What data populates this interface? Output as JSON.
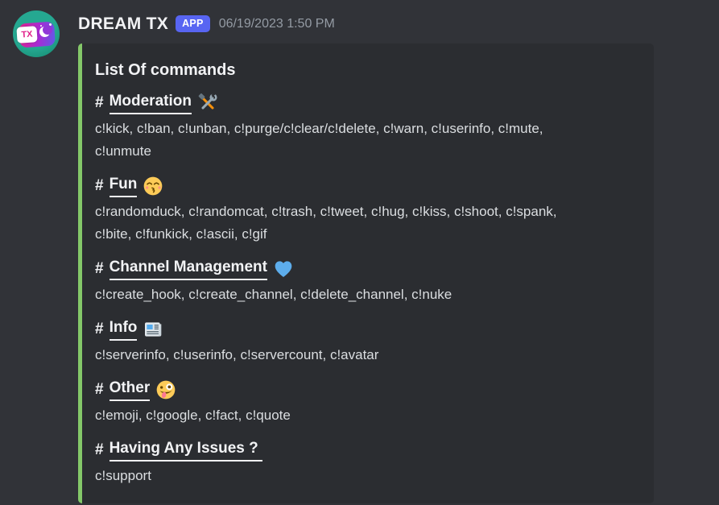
{
  "message": {
    "author": "DREAM TX",
    "badge": "APP",
    "timestamp": "06/19/2023 1:50 PM",
    "avatar_label": "TX"
  },
  "embed": {
    "title": "List Of commands",
    "accent_color": "#84c869",
    "background_color": "#2b2d31",
    "fields": [
      {
        "prefix": "#",
        "name": "Moderation",
        "emoji": "hammer-and-wrench",
        "value": "c!kick, c!ban, c!unban, c!purge/c!clear/c!delete, c!warn, c!userinfo, c!mute, c!unmute"
      },
      {
        "prefix": "#",
        "name": "Fun",
        "emoji": "kissing-face-with-closed-eyes",
        "value": "c!randomduck, c!randomcat, c!trash, c!tweet, c!hug, c!kiss, c!shoot, c!spank, c!bite, c!funkick, c!ascii, c!gif"
      },
      {
        "prefix": "#",
        "name": "Channel Management",
        "emoji": "blue-heart",
        "value": "c!create_hook, c!create_channel, c!delete_channel, c!nuke"
      },
      {
        "prefix": "#",
        "name": "Info",
        "emoji": "newspaper",
        "value": "c!serverinfo, c!userinfo, c!servercount, c!avatar"
      },
      {
        "prefix": "#",
        "name": "Other",
        "emoji": "zany-face",
        "value": "c!emoji, c!google, c!fact, c!quote"
      },
      {
        "prefix": "#",
        "name": "Having Any Issues ? ",
        "emoji": "",
        "value": "c!support"
      }
    ]
  },
  "colors": {
    "page_background": "#313338",
    "username": "#f2f3f5",
    "body_text": "#dbdee1",
    "muted_text": "#949ba4",
    "badge_blurple": "#5865f2",
    "avatar_teal": "#1f9e88",
    "avatar_gradient": [
      "#e0218a",
      "#a72bd4",
      "#5e5be8"
    ]
  }
}
